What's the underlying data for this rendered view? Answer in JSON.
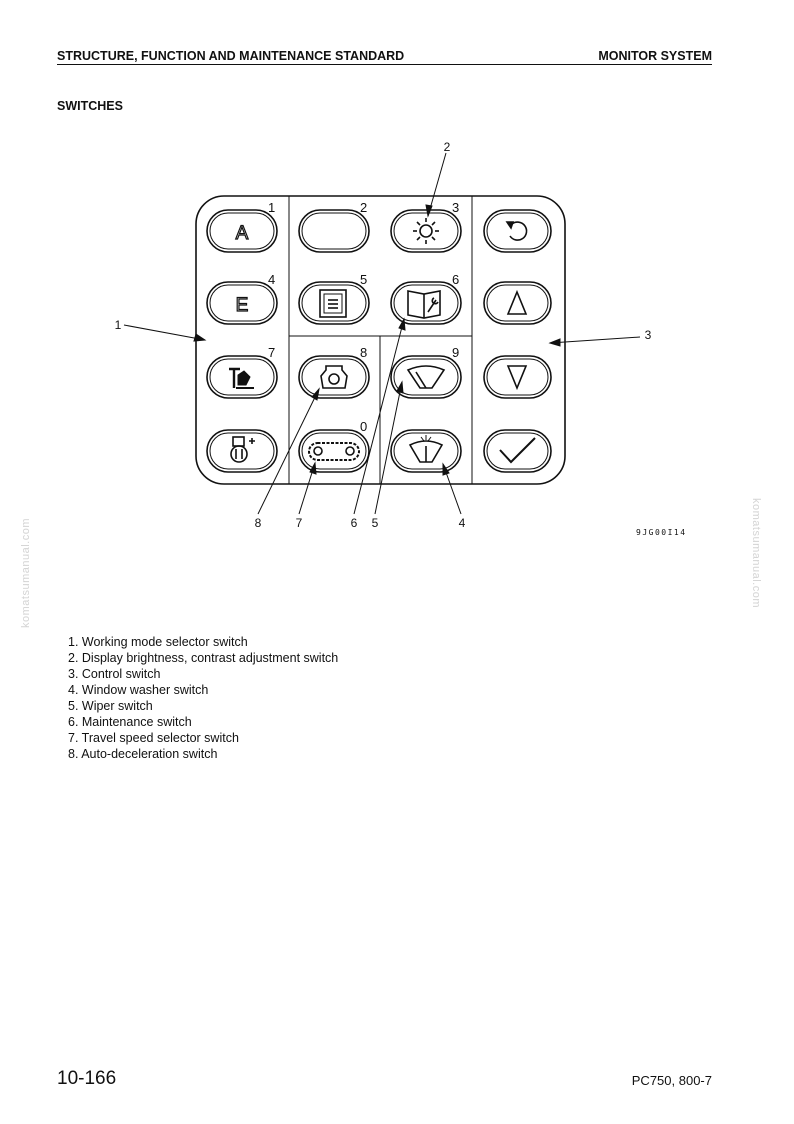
{
  "header": {
    "left": "STRUCTURE, FUNCTION AND MAINTENANCE STANDARD",
    "right": "MONITOR SYSTEM"
  },
  "section_title": "SWITCHES",
  "figure": {
    "code": "9JG00I14",
    "button_numbers": [
      "1",
      "2",
      "3",
      "4",
      "5",
      "6",
      "7",
      "8",
      "9",
      "0"
    ],
    "button_letters": {
      "a": "A",
      "e": "E"
    },
    "callouts": {
      "c1": "1",
      "c2": "2",
      "c3": "3",
      "c4": "4",
      "c5": "5",
      "c6": "6",
      "c7": "7",
      "c8": "8"
    },
    "icons": [
      "A",
      "sun-icon",
      "return-icon",
      "E",
      "menu-icon",
      "maintenance-book-icon",
      "up-triangle-icon",
      "power-mode-icon",
      "auto-decel-icon",
      "wiper-icon",
      "down-triangle-icon",
      "travel-speed-icon",
      "track-icon",
      "washer-icon",
      "check-icon"
    ]
  },
  "legend": [
    "1. Working mode selector switch",
    "2. Display brightness, contrast adjustment switch",
    "3. Control switch",
    "4. Window washer switch",
    "5. Wiper switch",
    "6. Maintenance switch",
    "7. Travel speed selector switch",
    "8. Auto-deceleration switch"
  ],
  "footer": {
    "page": "10-166",
    "model": "PC750, 800-7"
  },
  "watermark": "komatsumanual.com"
}
